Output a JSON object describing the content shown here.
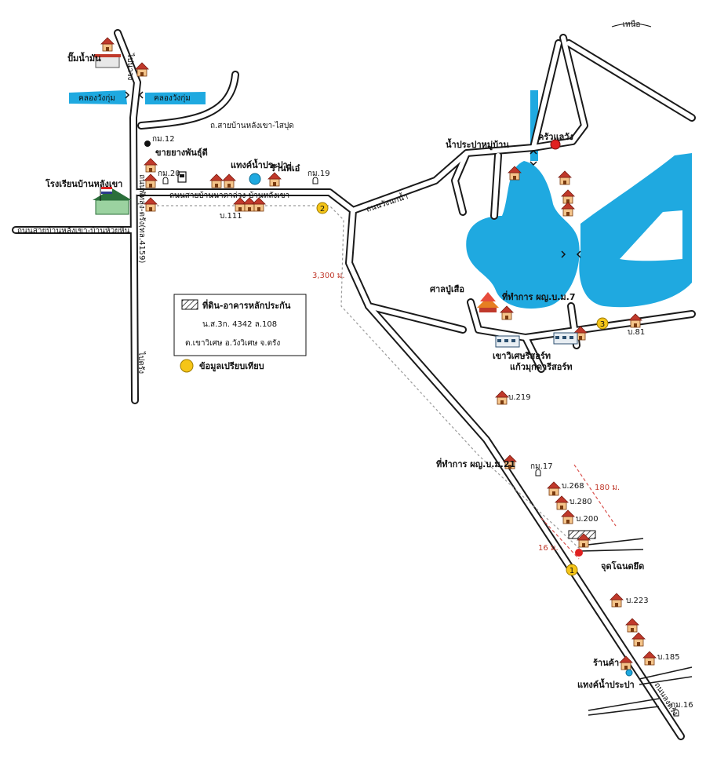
{
  "north": "เหนือ",
  "roads": {
    "main_vertical_top": "ไปนาวง",
    "main_vertical_mid": "ถนนพัทลุง-ตรัง(ทล.4159)",
    "main_vertical_bottom": "ไปตรัง",
    "branch_north": "ถ.สายบ้านหลังเขา-ไสปุด",
    "branch_east": "ถนนสายบ้านนาตาล่วง-บ้านหลังเขา",
    "branch_west": "ถนนสายบ้านหลังเขา-บ้านห้วยหิน",
    "reservoir_road": "ถนนวังนกน้ำ",
    "south_road": "ถนนลงตรัง"
  },
  "water": {
    "canal_west": "คลองวังกุ่ม",
    "canal_east": "คลองวังกุ่ม"
  },
  "places": {
    "gas_station": "ปั๊มน้ำมัน",
    "school": "โรงเรียนบ้านหลังเขา",
    "rubber_shop": "ขายยางพันธุ์ดี",
    "water_tank_1": "แทงค์น้ำประปา",
    "shop_1": "ร้านพี่เอ๋",
    "village_water": "น้ำประปาหมู่บ้าน",
    "kitchen": "ครัวแลวัง",
    "office_7": "ที่ทำการ ผญ.บ.ม.7",
    "shrine": "ศาลปู่เสือ",
    "resort_1": "เขาวิเศษรีสอร์ท",
    "resort_2": "แก้วมุกดารีสอร์ท",
    "office_21": "ที่ทำการ ผญ.บ.ม.21",
    "survey_point": "จุดโฉนดยึด",
    "shop_2": "ร้านค้า",
    "water_tank_2": "แทงค์น้ำประปา"
  },
  "markers": {
    "km12": "กม.12",
    "km20": "กม.20",
    "km19": "กม.19",
    "km17": "กม.17",
    "km16": "กม.16",
    "h111": "บ.111",
    "h81": "บ.81",
    "h219": "บ.219",
    "h268": "บ.268",
    "h280": "บ.280",
    "h200": "บ.200",
    "h223": "บ.223",
    "h185": "บ.185"
  },
  "distances": {
    "d3300": "3,300 ม.",
    "d180": "180 ม.",
    "d16": "16 ม."
  },
  "comparables": [
    "1",
    "2",
    "3"
  ],
  "legend": {
    "title": "ที่ดิน-อาคารหลักประกัน",
    "deed": "น.ส.3ก. 4342 ล.108",
    "location": "ต.เขาวิเศษ อ.วังวิเศษ จ.ตรัง",
    "comparable": "ข้อมูลเปรียบเทียบ"
  },
  "colors": {
    "water": "#1fa9e0",
    "comparable_marker": "#f5c518",
    "house_roof": "#c0392b",
    "house_wall": "#f4c48a",
    "subject_point": "#e02020"
  }
}
